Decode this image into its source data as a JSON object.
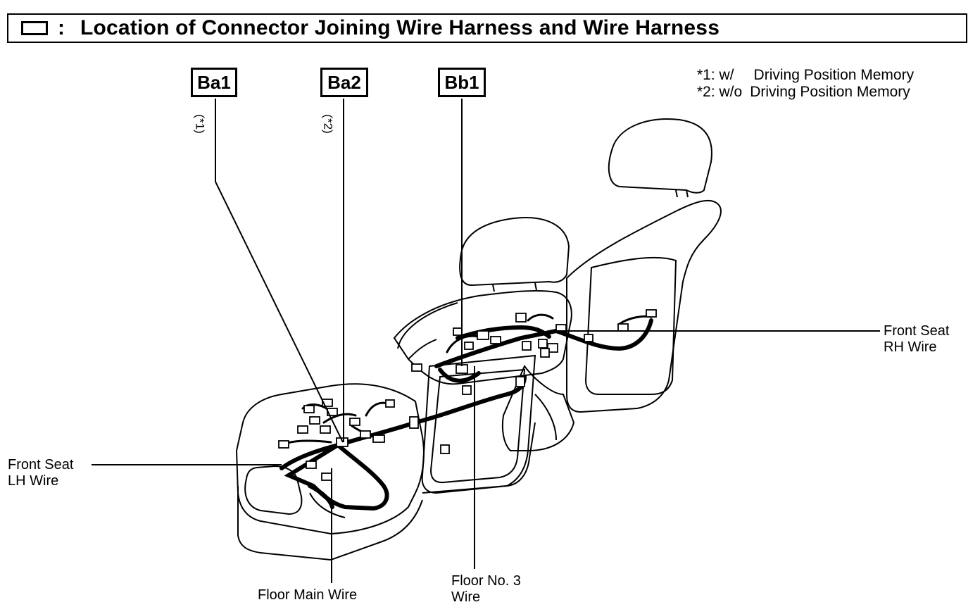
{
  "title": {
    "colon": ":",
    "text": "Location of Connector Joining Wire Harness and Wire Harness"
  },
  "connectors": [
    {
      "id": "Ba1",
      "note": "(*1)"
    },
    {
      "id": "Ba2",
      "note": "(*2)"
    },
    {
      "id": "Bb1",
      "note": ""
    }
  ],
  "notes": [
    {
      "key": "*1: w/",
      "text": "Driving Position Memory"
    },
    {
      "key": "*2: w/o",
      "text": "Driving Position Memory"
    }
  ],
  "callouts": {
    "front_seat_rh": [
      "Front Seat",
      "RH Wire"
    ],
    "front_seat_lh": [
      "Front Seat",
      "LH Wire"
    ],
    "floor_main": [
      "Floor Main Wire"
    ],
    "floor_no3": [
      "Floor No. 3",
      "Wire"
    ]
  }
}
